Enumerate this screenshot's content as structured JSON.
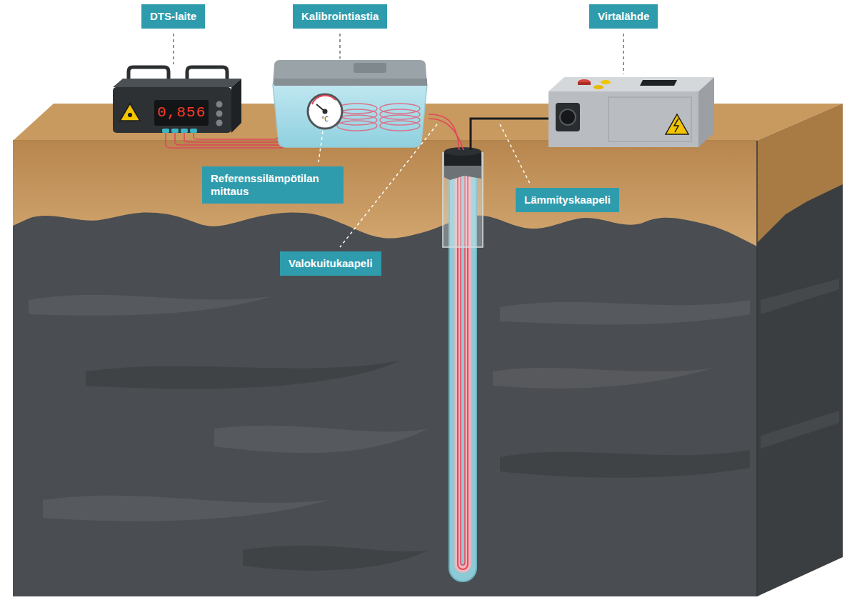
{
  "diagram": {
    "nodes": [
      {
        "text": [
          "DTS-laite"
        ]
      },
      {
        "text": [
          "Kalibrointiastia"
        ]
      },
      {
        "text": [
          "Virtalähde"
        ]
      },
      {
        "text": [
          "Referenssilämpötilan mittaus"
        ]
      },
      {
        "text": [
          "Valokuitukaapeli"
        ]
      },
      {
        "text": [
          "Lämmityskaapeli"
        ]
      }
    ],
    "labels": [
      "0,856",
      "°C"
    ]
  }
}
